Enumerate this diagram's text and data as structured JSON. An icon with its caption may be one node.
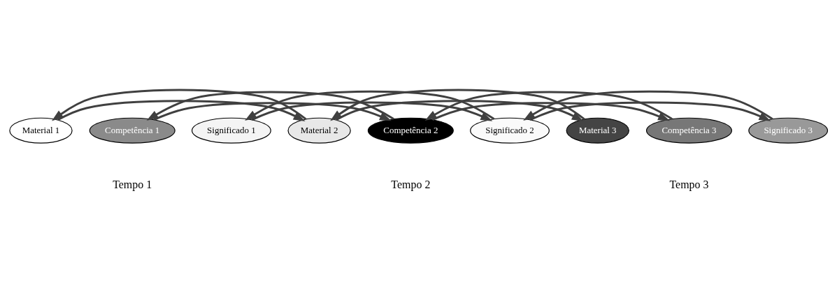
{
  "diagram": {
    "nodes": [
      {
        "text": [
          "Material 1"
        ]
      },
      {
        "text": [
          "Competência 1"
        ]
      },
      {
        "text": [
          "Significado 1"
        ]
      },
      {
        "text": [
          "Material 2"
        ]
      },
      {
        "text": [
          "Competência 2"
        ]
      },
      {
        "text": [
          "Significado 2"
        ]
      },
      {
        "text": [
          "Material 3"
        ]
      },
      {
        "text": [
          "Competência 3"
        ]
      },
      {
        "text": [
          "Significado 3"
        ]
      }
    ],
    "edges": [
      {
        "from": 0,
        "to": 3,
        "arrow": "to"
      },
      {
        "from": 1,
        "to": 4,
        "arrow": "to"
      },
      {
        "from": 2,
        "to": 5,
        "arrow": "to"
      },
      {
        "from": 3,
        "to": 6,
        "arrow": "to"
      },
      {
        "from": 4,
        "to": 7,
        "arrow": "to"
      },
      {
        "from": 5,
        "to": 8,
        "arrow": "to"
      },
      {
        "from": 3,
        "to": 0,
        "arrow": "to"
      },
      {
        "from": 4,
        "to": 1,
        "arrow": "to"
      },
      {
        "from": 5,
        "to": 2,
        "arrow": "to"
      },
      {
        "from": 6,
        "to": 3,
        "arrow": "to"
      },
      {
        "from": 7,
        "to": 4,
        "arrow": "to"
      },
      {
        "from": 8,
        "to": 5,
        "arrow": "to"
      }
    ],
    "labels": [
      "Tempo 1",
      "Tempo 2",
      "Tempo 3"
    ]
  }
}
